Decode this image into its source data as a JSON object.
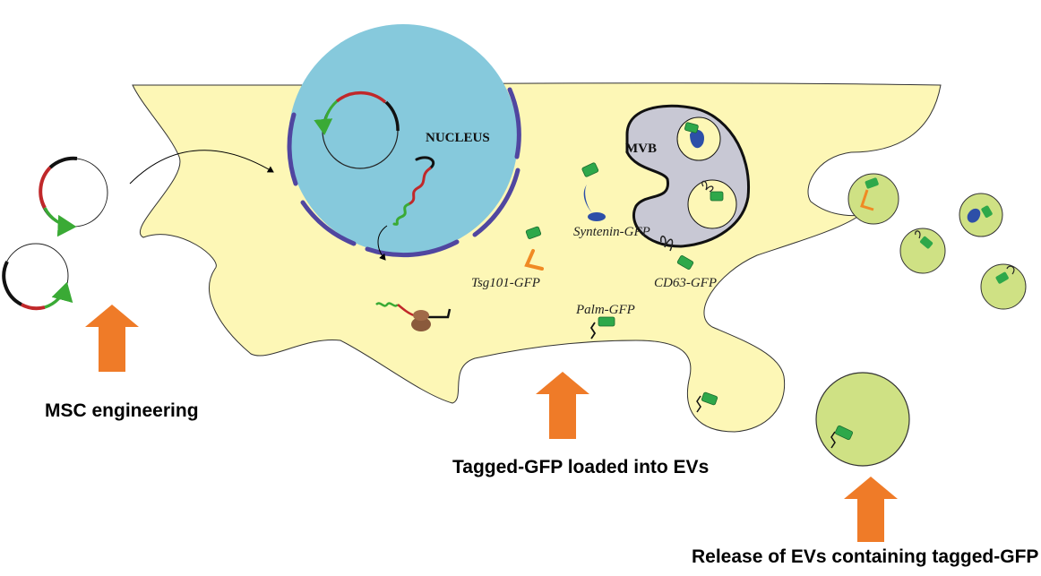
{
  "labels": {
    "nucleus": "NUCLEUS",
    "mvb": "MVB",
    "syntenin_gfp": "Syntenin-GFP",
    "tsg101_gfp": "Tsg101-GFP",
    "cd63_gfp": "CD63-GFP",
    "palm_gfp": "Palm-GFP",
    "msc_engineering": "MSC engineering",
    "tagged_gfp_loaded": "Tagged-GFP loaded into EVs",
    "release_evs": "Release of EVs containing tagged-GFP"
  },
  "colors": {
    "cytoplasm": "#fdf7b6",
    "nucleus": "#86c9dc",
    "nuclear_envelope": "#5046a0",
    "mvb": "#c8c8d4",
    "ev": "#cfe184",
    "gfp_barrel": "#2ea84a",
    "arrow": "#ef7b28",
    "dna_red": "#c0282a",
    "dna_green": "#3aaa35",
    "syntenin": "#2d4fa8",
    "tsg101": "#f08a24",
    "ribosome": "#8a5a3c"
  }
}
